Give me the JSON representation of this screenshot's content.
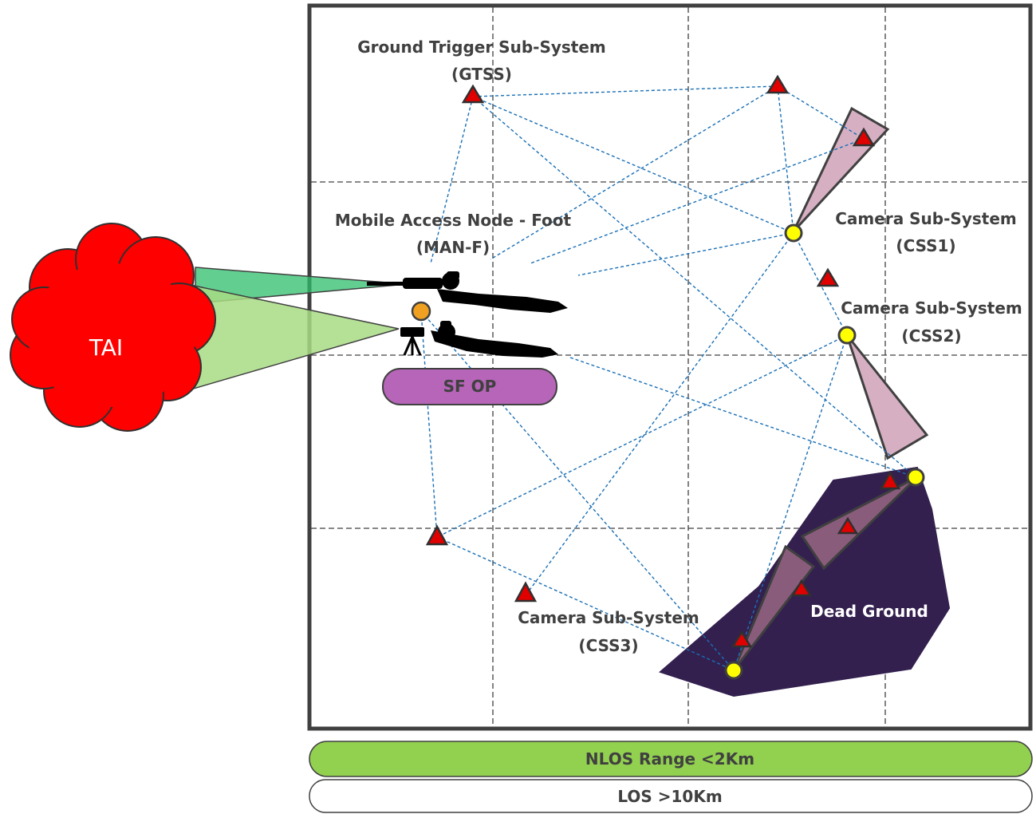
{
  "labels": {
    "gtss_line1": "Ground Trigger Sub-System",
    "gtss_line2": "(GTSS)",
    "manf_line1": "Mobile Access Node - Foot",
    "manf_line2": "(MAN-F)",
    "css1_line1": "Camera Sub-System",
    "css1_line2": "(CSS1)",
    "css2_line1": "Camera Sub-System",
    "css2_line2": "(CSS2)",
    "css3_line1": "Camera Sub-System",
    "css3_line2": "(CSS3)",
    "dead_ground": "Dead Ground",
    "sf_op": "SF OP",
    "tai": "TAI"
  },
  "range_bars": {
    "nlos": "NLOS Range <2Km",
    "los": "LOS >10Km"
  },
  "colors": {
    "link": "#1a6fb5",
    "sensor": "#e00000",
    "camera": "#ffff00",
    "man_node": "#f0a020",
    "dead_ground": "#33204f",
    "cone_light": "#d6b0c2",
    "sf_op": "#b665b8",
    "nlos_bar": "#92d050",
    "tai": "#ff0000",
    "los_beam_dark": "#2ebd6b",
    "los_beam_light": "#a8dc84"
  }
}
